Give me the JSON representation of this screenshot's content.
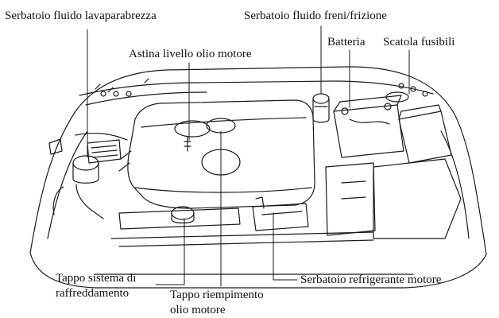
{
  "labels": {
    "washer_reservoir": "Serbatoio fluido lavaparabrezza",
    "brake_reservoir": "Serbatoio fluido freni/frizione",
    "battery": "Batteria",
    "fuse_box": "Scatola fusibili",
    "dipstick": "Astina livello olio motore",
    "radiator_cap_line1": "Tappo sistema di",
    "radiator_cap_line2": "raffreddamento",
    "oil_filler_cap_line1": "Tappo riempimento",
    "oil_filler_cap_line2": "olio motore",
    "coolant_reservoir": "Serbatoio refrigerante motore"
  },
  "colors": {
    "ink": "#111111",
    "background": "#ffffff"
  }
}
